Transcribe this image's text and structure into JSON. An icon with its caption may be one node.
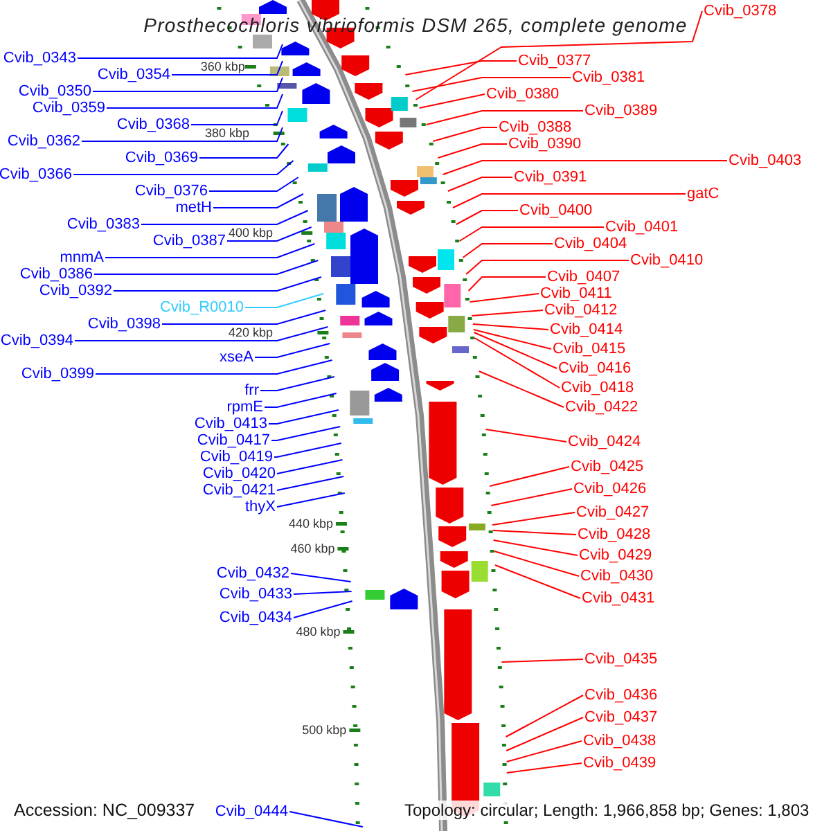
{
  "diagram": {
    "title": "Prosthecochloris vibrioformis DSM 265, complete genome",
    "nodes": [
      {
        "text": [
          "Cvib_0343"
        ]
      },
      {
        "text": [
          "Cvib_0354"
        ]
      },
      {
        "text": [
          "Cvib_0350"
        ]
      },
      {
        "text": [
          "Cvib_0359"
        ]
      },
      {
        "text": [
          "Cvib_0368"
        ]
      },
      {
        "text": [
          "Cvib_0362"
        ]
      },
      {
        "text": [
          "Cvib_0369"
        ]
      },
      {
        "text": [
          "Cvib_0366"
        ]
      },
      {
        "text": [
          "Cvib_0376"
        ]
      },
      {
        "text": [
          "metH"
        ]
      },
      {
        "text": [
          "Cvib_0383"
        ]
      },
      {
        "text": [
          "Cvib_0387"
        ]
      },
      {
        "text": [
          "mnmA"
        ]
      },
      {
        "text": [
          "Cvib_0386"
        ]
      },
      {
        "text": [
          "Cvib_0392"
        ]
      },
      {
        "text": [
          "Cvib_R0010"
        ]
      },
      {
        "text": [
          "Cvib_0398"
        ]
      },
      {
        "text": [
          "Cvib_0394"
        ]
      },
      {
        "text": [
          "xseA"
        ]
      },
      {
        "text": [
          "Cvib_0399"
        ]
      },
      {
        "text": [
          "frr"
        ]
      },
      {
        "text": [
          "rpmE"
        ]
      },
      {
        "text": [
          "Cvib_0413"
        ]
      },
      {
        "text": [
          "Cvib_0417"
        ]
      },
      {
        "text": [
          "Cvib_0419"
        ]
      },
      {
        "text": [
          "Cvib_0420"
        ]
      },
      {
        "text": [
          "Cvib_0421"
        ]
      },
      {
        "text": [
          "thyX"
        ]
      },
      {
        "text": [
          "Cvib_0432"
        ]
      },
      {
        "text": [
          "Cvib_0433"
        ]
      },
      {
        "text": [
          "Cvib_0434"
        ]
      },
      {
        "text": [
          "Cvib_0444"
        ]
      },
      {
        "text": [
          "Cvib_0378"
        ]
      },
      {
        "text": [
          "Cvib_0377"
        ]
      },
      {
        "text": [
          "Cvib_0381"
        ]
      },
      {
        "text": [
          "Cvib_0380"
        ]
      },
      {
        "text": [
          "Cvib_0389"
        ]
      },
      {
        "text": [
          "Cvib_0388"
        ]
      },
      {
        "text": [
          "Cvib_0390"
        ]
      },
      {
        "text": [
          "Cvib_0403"
        ]
      },
      {
        "text": [
          "Cvib_0391"
        ]
      },
      {
        "text": [
          "gatC"
        ]
      },
      {
        "text": [
          "Cvib_0400"
        ]
      },
      {
        "text": [
          "Cvib_0401"
        ]
      },
      {
        "text": [
          "Cvib_0404"
        ]
      },
      {
        "text": [
          "Cvib_0410"
        ]
      },
      {
        "text": [
          "Cvib_0407"
        ]
      },
      {
        "text": [
          "Cvib_0411"
        ]
      },
      {
        "text": [
          "Cvib_0412"
        ]
      },
      {
        "text": [
          "Cvib_0414"
        ]
      },
      {
        "text": [
          "Cvib_0415"
        ]
      },
      {
        "text": [
          "Cvib_0416"
        ]
      },
      {
        "text": [
          "Cvib_0418"
        ]
      },
      {
        "text": [
          "Cvib_0422"
        ]
      },
      {
        "text": [
          "Cvib_0424"
        ]
      },
      {
        "text": [
          "Cvib_0425"
        ]
      },
      {
        "text": [
          "Cvib_0426"
        ]
      },
      {
        "text": [
          "Cvib_0427"
        ]
      },
      {
        "text": [
          "Cvib_0428"
        ]
      },
      {
        "text": [
          "Cvib_0429"
        ]
      },
      {
        "text": [
          "Cvib_0430"
        ]
      },
      {
        "text": [
          "Cvib_0431"
        ]
      },
      {
        "text": [
          "Cvib_0435"
        ]
      },
      {
        "text": [
          "Cvib_0436"
        ]
      },
      {
        "text": [
          "Cvib_0437"
        ]
      },
      {
        "text": [
          "Cvib_0438"
        ]
      },
      {
        "text": [
          "Cvib_0439"
        ]
      }
    ],
    "edges": [
      {
        "from": 0,
        "to": null,
        "arrow": "none",
        "color": "#0000ff"
      },
      {
        "from": 1,
        "to": null,
        "arrow": "none",
        "color": "#0000ff"
      },
      {
        "from": 2,
        "to": null,
        "arrow": "none",
        "color": "#0000ff"
      },
      {
        "from": 3,
        "to": null,
        "arrow": "none",
        "color": "#0000ff"
      },
      {
        "from": 4,
        "to": null,
        "arrow": "none",
        "color": "#0000ff"
      },
      {
        "from": 5,
        "to": null,
        "arrow": "none",
        "color": "#0000ff"
      },
      {
        "from": 6,
        "to": null,
        "arrow": "none",
        "color": "#0000ff"
      },
      {
        "from": 7,
        "to": null,
        "arrow": "none",
        "color": "#0000ff"
      },
      {
        "from": 8,
        "to": null,
        "arrow": "none",
        "color": "#0000ff"
      },
      {
        "from": 9,
        "to": null,
        "arrow": "none",
        "color": "#0000ff"
      },
      {
        "from": 10,
        "to": null,
        "arrow": "none",
        "color": "#0000ff"
      },
      {
        "from": 11,
        "to": null,
        "arrow": "none",
        "color": "#0000ff"
      },
      {
        "from": 12,
        "to": null,
        "arrow": "none",
        "color": "#0000ff"
      },
      {
        "from": 13,
        "to": null,
        "arrow": "none",
        "color": "#0000ff"
      },
      {
        "from": 14,
        "to": null,
        "arrow": "none",
        "color": "#0000ff"
      },
      {
        "from": 15,
        "to": null,
        "arrow": "none",
        "color": "#33ccff"
      },
      {
        "from": 16,
        "to": null,
        "arrow": "none",
        "color": "#0000ff"
      },
      {
        "from": 17,
        "to": null,
        "arrow": "none",
        "color": "#0000ff"
      },
      {
        "from": 18,
        "to": null,
        "arrow": "none",
        "color": "#0000ff"
      },
      {
        "from": 19,
        "to": null,
        "arrow": "none",
        "color": "#0000ff"
      },
      {
        "from": 20,
        "to": null,
        "arrow": "none",
        "color": "#0000ff"
      },
      {
        "from": 21,
        "to": null,
        "arrow": "none",
        "color": "#0000ff"
      },
      {
        "from": 22,
        "to": null,
        "arrow": "none",
        "color": "#0000ff"
      },
      {
        "from": 23,
        "to": null,
        "arrow": "none",
        "color": "#0000ff"
      },
      {
        "from": 24,
        "to": null,
        "arrow": "none",
        "color": "#0000ff"
      },
      {
        "from": 25,
        "to": null,
        "arrow": "none",
        "color": "#0000ff"
      },
      {
        "from": 26,
        "to": null,
        "arrow": "none",
        "color": "#0000ff"
      },
      {
        "from": 27,
        "to": null,
        "arrow": "none",
        "color": "#0000ff"
      },
      {
        "from": 28,
        "to": null,
        "arrow": "none",
        "color": "#0000ff"
      },
      {
        "from": 29,
        "to": null,
        "arrow": "none",
        "color": "#0000ff"
      },
      {
        "from": 30,
        "to": null,
        "arrow": "none",
        "color": "#0000ff"
      },
      {
        "from": 31,
        "to": null,
        "arrow": "none",
        "color": "#0000ff"
      },
      {
        "from": 32,
        "to": null,
        "arrow": "none"
      },
      {
        "from": 33,
        "to": null,
        "arrow": "none"
      },
      {
        "from": 34,
        "to": null,
        "arrow": "none"
      },
      {
        "from": 35,
        "to": null,
        "arrow": "none"
      },
      {
        "from": 36,
        "to": null,
        "arrow": "none"
      },
      {
        "from": 37,
        "to": null,
        "arrow": "none"
      },
      {
        "from": 38,
        "to": null,
        "arrow": "none"
      },
      {
        "from": 39,
        "to": null,
        "arrow": "none"
      },
      {
        "from": 40,
        "to": null,
        "arrow": "none"
      },
      {
        "from": 41,
        "to": null,
        "arrow": "none"
      },
      {
        "from": 42,
        "to": null,
        "arrow": "none"
      },
      {
        "from": 43,
        "to": null,
        "arrow": "none"
      },
      {
        "from": 44,
        "to": null,
        "arrow": "none"
      },
      {
        "from": 45,
        "to": null,
        "arrow": "none"
      },
      {
        "from": 46,
        "to": null,
        "arrow": "none"
      },
      {
        "from": 47,
        "to": null,
        "arrow": "none"
      },
      {
        "from": 48,
        "to": null,
        "arrow": "none"
      },
      {
        "from": 49,
        "to": null,
        "arrow": "none"
      },
      {
        "from": 50,
        "to": null,
        "arrow": "none"
      },
      {
        "from": 51,
        "to": null,
        "arrow": "none"
      },
      {
        "from": 52,
        "to": null,
        "arrow": "none"
      },
      {
        "from": 53,
        "to": null,
        "arrow": "none"
      },
      {
        "from": 54,
        "to": null,
        "arrow": "none"
      },
      {
        "from": 55,
        "to": null,
        "arrow": "none"
      },
      {
        "from": 56,
        "to": null,
        "arrow": "none"
      },
      {
        "from": 57,
        "to": null,
        "arrow": "none"
      },
      {
        "from": 58,
        "to": null,
        "arrow": "none"
      },
      {
        "from": 59,
        "to": null,
        "arrow": "none"
      },
      {
        "from": 60,
        "to": null,
        "arrow": "none"
      },
      {
        "from": 61,
        "to": null,
        "arrow": "none"
      },
      {
        "from": 62,
        "to": null,
        "arrow": "none"
      },
      {
        "from": 63,
        "to": null,
        "arrow": "none"
      },
      {
        "from": 64,
        "to": null,
        "arrow": "none"
      },
      {
        "from": 65,
        "to": null,
        "arrow": "none"
      },
      {
        "from": 66,
        "to": null,
        "arrow": "none"
      }
    ],
    "labels": [
      "360 kbp",
      "380 kbp",
      "400 kbp",
      "420 kbp",
      "440 kbp",
      "460 kbp",
      "480 kbp",
      "500 kbp",
      "Accession: NC_009337",
      "Topology: circular; Length: 1,966,858 bp; Genes: 1,803"
    ]
  }
}
